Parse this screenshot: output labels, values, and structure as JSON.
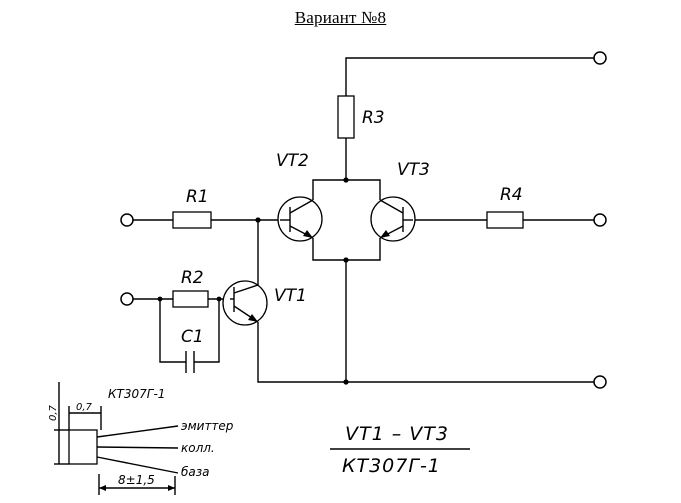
{
  "title": "Вариант №8",
  "components": {
    "r1": "R1",
    "r2": "R2",
    "r3": "R3",
    "r4": "R4",
    "c1": "C1",
    "vt1": "VT1",
    "vt2": "VT2",
    "vt3": "VT3"
  },
  "part_type": "КТ307Г-1",
  "formula": {
    "numerator": "VT1 – VT3",
    "denominator": "КТ307Г-1"
  },
  "package": {
    "dim_height": "0,7",
    "dim_top": "0,7",
    "dim_lead": "8±1,5",
    "pin_emitter": "эмиттер",
    "pin_collector": "колл.",
    "pin_base": "база"
  }
}
